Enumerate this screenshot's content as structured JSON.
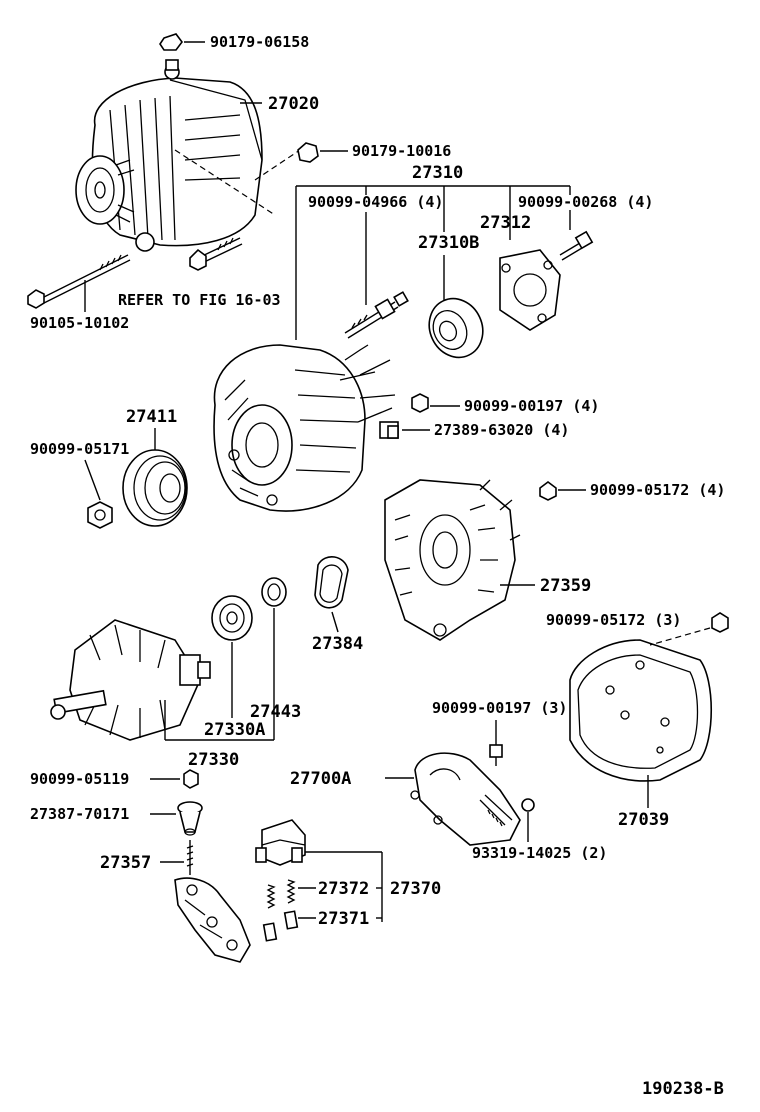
{
  "figure_id": "190238-B",
  "refer_note": "REFER TO FIG 16-03",
  "labels": {
    "l_90179_06158": "90179-06158",
    "l_27020": "27020",
    "l_90179_10016": "90179-10016",
    "l_27310": "27310",
    "l_90099_04966": "90099-04966 (4)",
    "l_90099_00268": "90099-00268 (4)",
    "l_27312": "27312",
    "l_27310B": "27310B",
    "l_90105_10102": "90105-10102",
    "l_90099_00197a": "90099-00197 (4)",
    "l_27389_63020": "27389-63020 (4)",
    "l_27411": "27411",
    "l_90099_05171": "90099-05171",
    "l_90099_05172a": "90099-05172 (4)",
    "l_27359": "27359",
    "l_90099_05172b": "90099-05172 (3)",
    "l_27384": "27384",
    "l_27443": "27443",
    "l_27330A": "27330A",
    "l_27330": "27330",
    "l_90099_00197b": "90099-00197 (3)",
    "l_27700A": "27700A",
    "l_27039": "27039",
    "l_90099_05119": "90099-05119",
    "l_27387_70171": "27387-70171",
    "l_27357": "27357",
    "l_93319_14025": "93319-14025 (2)",
    "l_27372": "27372",
    "l_27370": "27370",
    "l_27371": "27371"
  }
}
